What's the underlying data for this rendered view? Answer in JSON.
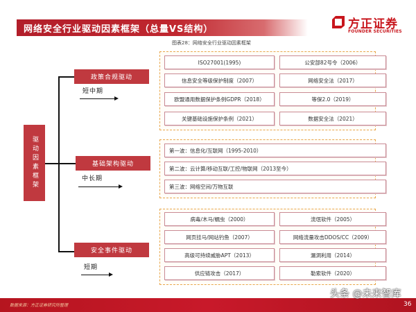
{
  "header": {
    "title": "网络安全行业驱动因素框架（总量VS结构）",
    "logo_cn": "方正证券",
    "logo_en": "FOUNDER SECURITIES",
    "brand_color": "#c8161d"
  },
  "figure": {
    "caption": "图表28：网络安全行业驱动因素框架"
  },
  "diagram": {
    "root": "驱动因素框架",
    "drivers": [
      {
        "label": "政策合规驱动",
        "period": "短中期"
      },
      {
        "label": "基础架构驱动",
        "period": "中长期"
      },
      {
        "label": "安全事件驱动",
        "period": "短期"
      }
    ],
    "groups": {
      "policy": [
        "ISO27001(1995)",
        "公安部82号令（2006）",
        "信息安全等级保护制度（2007）",
        "网络安全法（2017）",
        "欧盟通用数据保护条例GDPR（2018）",
        "等保2.0（2019）",
        "关键基础设施保护条例（2021）",
        "数据安全法（2021）"
      ],
      "infrastructure": [
        "第一波：信息化/互联网（1995-2010）",
        "第二波：云计算/移动互联/工控/物联网（2013至今）",
        "第三波：网络空间/万物互联"
      ],
      "events": [
        "病毒/木马/蠕虫（2000）",
        "流氓软件（2005）",
        "网页挂马/网站钓鱼（2007）",
        "网络流量攻击DDOS/CC（2009）",
        "高级可持续威胁APT（2013）",
        "漏洞利用（2014）",
        "供应链攻击（2017）",
        "勒索软件（2020）"
      ]
    }
  },
  "footer": {
    "source": "数据来源：方正证券研究所整理",
    "watermark": "头条 @未来智库",
    "page": "36"
  }
}
